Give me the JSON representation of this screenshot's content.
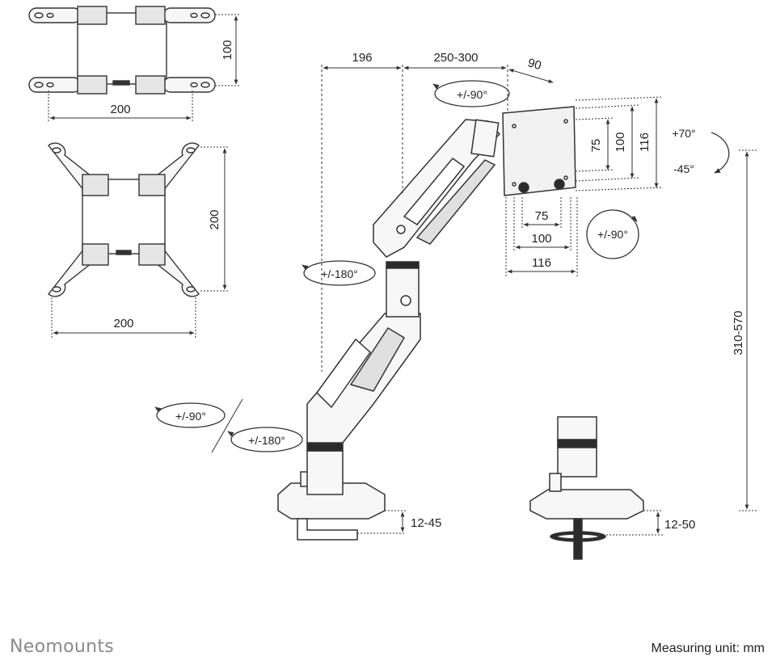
{
  "brand": "Neomounts",
  "footer": {
    "unit_label": "Measuring unit: mm"
  },
  "vesa_top": {
    "width": "200",
    "height": "100"
  },
  "vesa_bottom": {
    "width": "200",
    "height": "200"
  },
  "arm": {
    "reach_1": "196",
    "reach_2": "250-300",
    "depth": "90",
    "head_rotation": "+/-90°",
    "tilt_up": "+70°",
    "tilt_down": "-45°",
    "swivel_mid": "+/-180°",
    "swivel_base": "+/-180°",
    "base_rotation": "+/-90°",
    "screen_rotation": "+/-90°",
    "height_range": "310-570"
  },
  "plate": {
    "h75": "75",
    "h100": "100",
    "h116": "116",
    "w75": "75",
    "w100": "100",
    "w116": "116"
  },
  "clamp": {
    "range": "12-45"
  },
  "grommet": {
    "range": "12-50"
  },
  "colors": {
    "line": "#333333",
    "fill": "#f7f7f7",
    "dark": "#2b2b2b",
    "brand": "#8a8a8a"
  }
}
